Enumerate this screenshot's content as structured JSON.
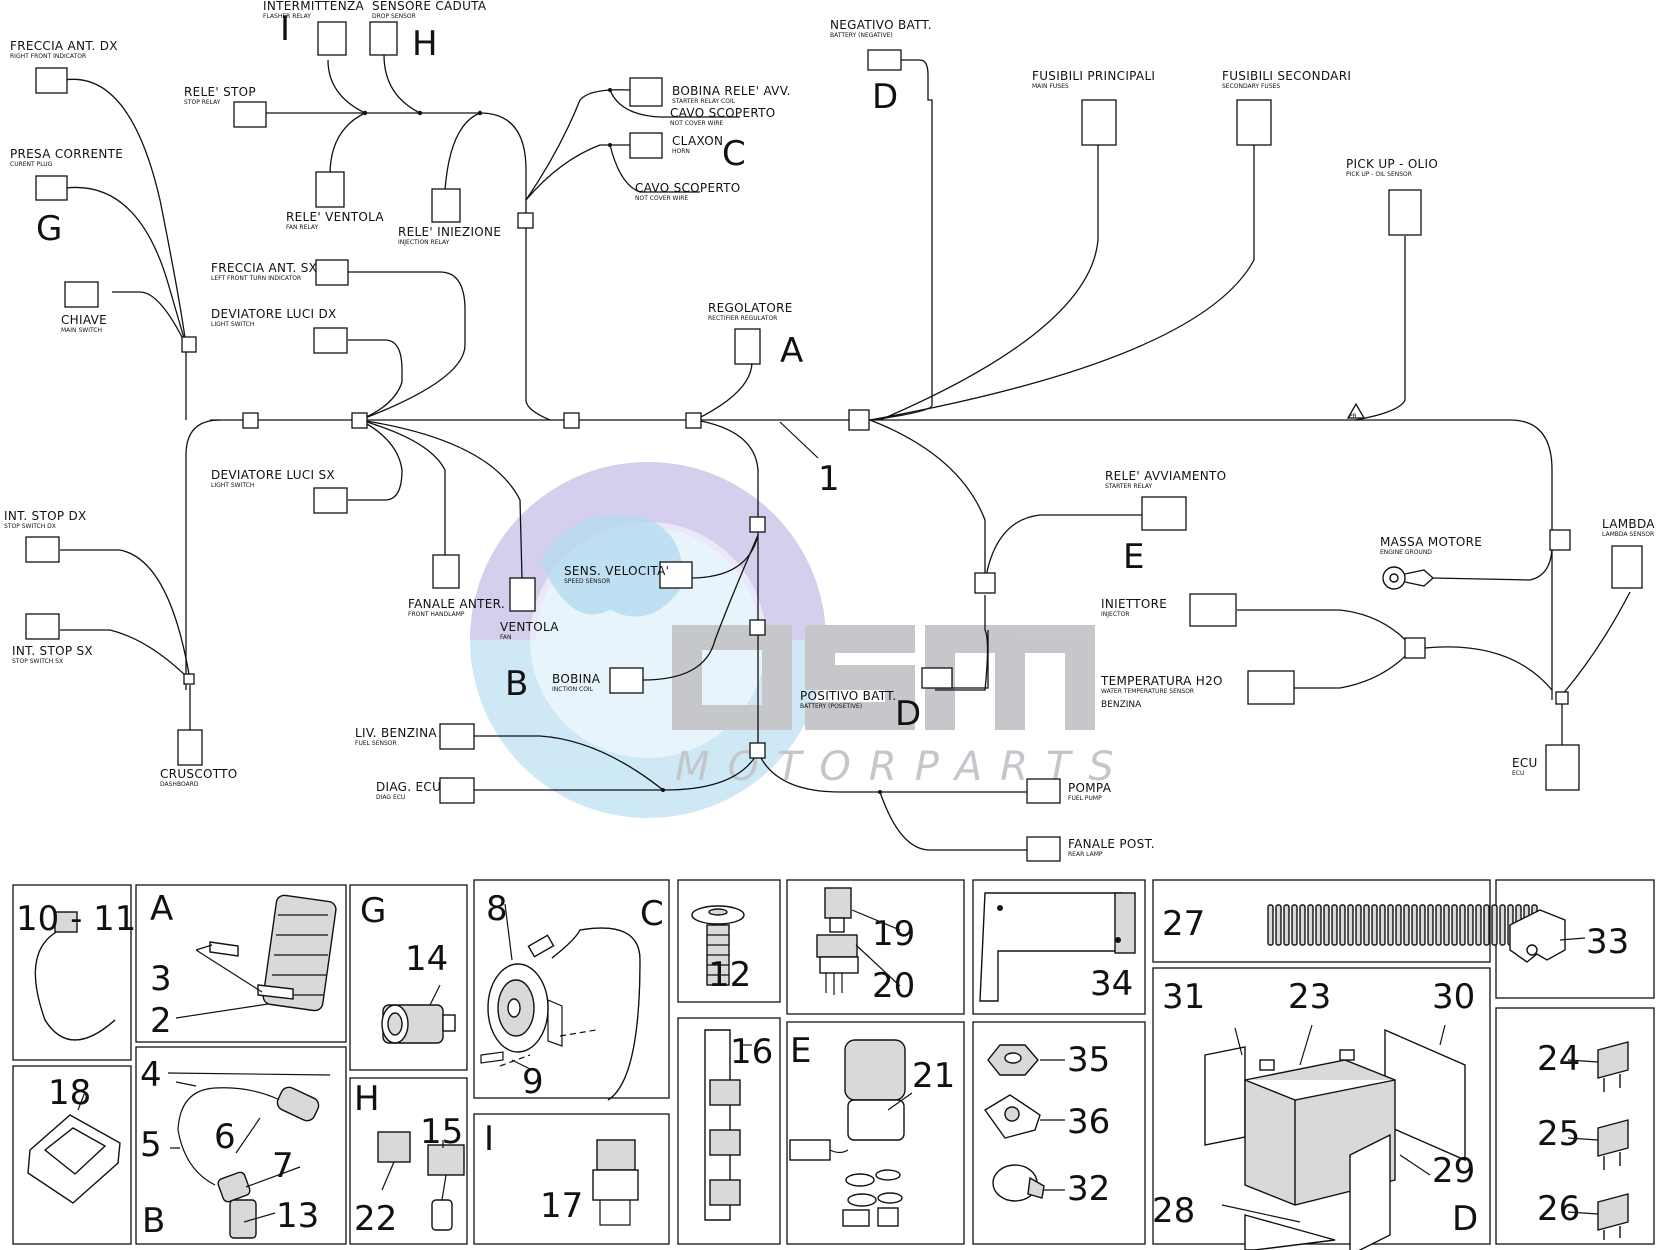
{
  "watermark": {
    "brand": "OSM",
    "subtitle": "MOTORPARTS",
    "colors": {
      "globe_blue": "#bfe0f2",
      "globe_violet": "#c7c3e6",
      "letters_grey": "#bcbec1"
    }
  },
  "harness": {
    "main_ref": "1",
    "components": {
      "intermittenza": {
        "label": "INTERMITTENZA",
        "sub": "FLASHER RELAY",
        "ref": "I"
      },
      "sensore_caduta": {
        "label": "SENSORE CADUTA",
        "sub": "DROP SENSOR",
        "ref": "H"
      },
      "freccia_ant_dx": {
        "label": "FRECCIA ANT. DX",
        "sub": "RIGHT FRONT INDICATOR"
      },
      "rele_stop": {
        "label": "RELE' STOP",
        "sub": "STOP RELAY"
      },
      "bobina_rele_avv": {
        "label": "BOBINA RELE' AVV.",
        "sub": "STARTER RELAY COIL"
      },
      "cavo_scoperto_1": {
        "label": "CAVO SCOPERTO",
        "sub": "NOT COVER WIRE"
      },
      "claxon": {
        "label": "CLAXON",
        "sub": "HORN",
        "ref": "C"
      },
      "cavo_scoperto_2": {
        "label": "CAVO SCOPERTO",
        "sub": "NOT COVER WIRE"
      },
      "negativo_batt": {
        "label": "NEGATIVO BATT.",
        "sub": "BATTERY (NEGATIVE)",
        "ref": "D"
      },
      "fusibili_principali": {
        "label": "FUSIBILI PRINCIPALI",
        "sub": "MAIN FUSES"
      },
      "fusibili_secondari": {
        "label": "FUSIBILI SECONDARI",
        "sub": "SECONDARY FUSES"
      },
      "pick_up_olio": {
        "label": "PICK UP - OLIO",
        "sub": "PICK UP - OIL SENSOR"
      },
      "presa_corrente": {
        "label": "PRESA CORRENTE",
        "sub": "CURENT PLUG",
        "ref": "G"
      },
      "rele_ventola": {
        "label": "RELE' VENTOLA",
        "sub": "FAN RELAY"
      },
      "rele_iniezione": {
        "label": "RELE' INIEZIONE",
        "sub": "INJECTION RELAY"
      },
      "freccia_ant_sx": {
        "label": "FRECCIA ANT. SX",
        "sub": "LEFT FRONT TURN INDICATOR"
      },
      "chiave": {
        "label": "CHIAVE",
        "sub": "MAIN SWITCH"
      },
      "deviatore_luci_dx": {
        "label": "DEVIATORE LUCI DX",
        "sub": "LIGHT SWITCH"
      },
      "regolatore": {
        "label": "REGOLATORE",
        "sub": "RECTIFIER REGULATOR",
        "ref": "A"
      },
      "deviatore_luci_sx": {
        "label": "DEVIATORE LUCI SX",
        "sub": "LIGHT SWITCH"
      },
      "rele_avviamento": {
        "label": "RELE' AVVIAMENTO",
        "sub": "STARTER RELAY",
        "ref": "E"
      },
      "int_stop_dx": {
        "label": "INT. STOP DX",
        "sub": "STOP SWITCH DX"
      },
      "sens_velocita": {
        "label": "SENS. VELOCITA'",
        "sub": "SPEED SENSOR"
      },
      "massa_motore": {
        "label": "MASSA MOTORE",
        "sub": "ENGINE GROUND"
      },
      "lambda": {
        "label": "LAMBDA",
        "sub": "LAMBDA SENSOR"
      },
      "fanale_anter": {
        "label": "FANALE ANTER.",
        "sub": "FRONT HANDLAMP"
      },
      "ventola": {
        "label": "VENTOLA",
        "sub": "FAN"
      },
      "iniettore": {
        "label": "INIETTORE",
        "sub": "INJECTOR"
      },
      "int_stop_sx": {
        "label": "INT. STOP SX",
        "sub": "STOP SWITCH SX"
      },
      "bobina": {
        "label": "BOBINA",
        "sub": "INCTION COIL",
        "ref": "B"
      },
      "temperatura_h2o": {
        "label": "TEMPERATURA H2O",
        "sub": "WATER TEMPERATURE SENSOR",
        "extra": "BENZINA"
      },
      "positivo_batt": {
        "label": "POSITIVO BATT.",
        "sub": "BATTERY (POSETIVE)",
        "ref": "D"
      },
      "liv_benzina": {
        "label": "LIV. BENZINA",
        "sub": "FUEL SENSOR"
      },
      "cruscotto": {
        "label": "CRUSCOTTO",
        "sub": "DASHBOARD"
      },
      "ecu": {
        "label": "ECU",
        "sub": "ECU"
      },
      "diag_ecu": {
        "label": "DIAG. ECU",
        "sub": "DIAG ECU"
      },
      "pompa": {
        "label": "POMPA",
        "sub": "FUEL PUMP"
      },
      "fanale_post": {
        "label": "FANALE POST.",
        "sub": "REAR LAMP"
      }
    },
    "pr_mark": "PR"
  },
  "parts_panels": {
    "clamp": {
      "refs": [
        "10 - 11"
      ]
    },
    "regulator": {
      "letter": "A",
      "refs": [
        "3",
        "2"
      ]
    },
    "socket": {
      "letter": "G",
      "refs": [
        "14"
      ]
    },
    "horn": {
      "letter": "C",
      "refs": [
        "8",
        "9"
      ]
    },
    "screw": {
      "refs": [
        "12"
      ]
    },
    "connector": {
      "refs": [
        "19",
        "20"
      ]
    },
    "bracket_long": {
      "refs": [
        "34"
      ]
    },
    "spiral": {
      "refs": [
        "27"
      ]
    },
    "clip": {
      "refs": [
        "33"
      ]
    },
    "gasket": {
      "refs": [
        "18"
      ]
    },
    "pickup": {
      "letter": "B",
      "refs": [
        "4",
        "5",
        "6",
        "7",
        "13"
      ]
    },
    "relay_h": {
      "letter": "H",
      "refs": [
        "15",
        "22"
      ]
    },
    "relay_i": {
      "letter": "I",
      "refs": [
        "17"
      ]
    },
    "strip": {
      "refs": [
        "16"
      ]
    },
    "starter": {
      "letter": "E",
      "refs": [
        "21"
      ]
    },
    "nuts": {
      "refs": [
        "35",
        "36",
        "32"
      ]
    },
    "battery": {
      "letter": "D",
      "refs": [
        "31",
        "23",
        "30",
        "28",
        "29"
      ]
    },
    "fuses": {
      "refs": [
        "24",
        "25",
        "26"
      ]
    }
  }
}
